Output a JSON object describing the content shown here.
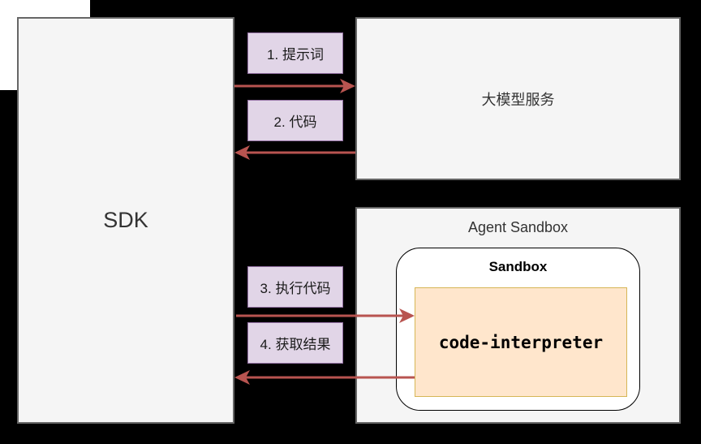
{
  "diagram": {
    "nodes": {
      "sdk": {
        "label": "SDK"
      },
      "llm_service": {
        "label": "大模型服务"
      },
      "agent_sandbox": {
        "label": "Agent Sandbox"
      },
      "sandbox": {
        "label": "Sandbox"
      },
      "code_interpreter": {
        "label": "code-interpreter"
      }
    },
    "edges": [
      {
        "step": "1. 提示词",
        "from": "SDK",
        "to": "大模型服务"
      },
      {
        "step": "2. 代码",
        "from": "大模型服务",
        "to": "SDK"
      },
      {
        "step": "3. 执行代码",
        "from": "SDK",
        "to": "code-interpreter"
      },
      {
        "step": "4. 获取结果",
        "from": "code-interpreter",
        "to": "SDK"
      }
    ],
    "colors": {
      "arrow": "#b85450",
      "label_fill": "#e1d5e7",
      "label_border": "#9673a6",
      "box_fill": "#f5f5f5",
      "box_border": "#666666",
      "code_fill": "#ffe6cc",
      "code_border": "#d6b656",
      "background": "#000000"
    }
  }
}
